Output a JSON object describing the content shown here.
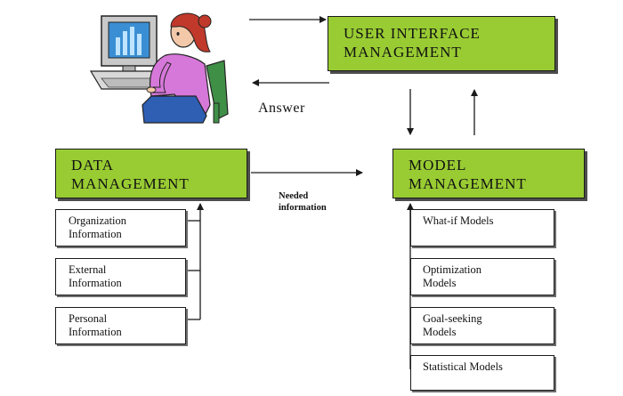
{
  "nodes": {
    "ui_management": "USER INTERFACE\nMANAGEMENT",
    "data_management": "DATA\nMANAGEMENT",
    "model_management": "MODEL\nMANAGEMENT"
  },
  "data_sources": [
    "Organization\nInformation",
    "External\nInformation",
    "Personal\nInformation"
  ],
  "models": [
    "What-if Models",
    "Optimization\nModels",
    "Goal-seeking\nModels",
    "Statistical Models"
  ],
  "edge_labels": {
    "answer": "Answer",
    "needed_information": "Needed\ninformation"
  },
  "colors": {
    "node_fill": "#99cc33",
    "line": "#1a1a1a"
  }
}
